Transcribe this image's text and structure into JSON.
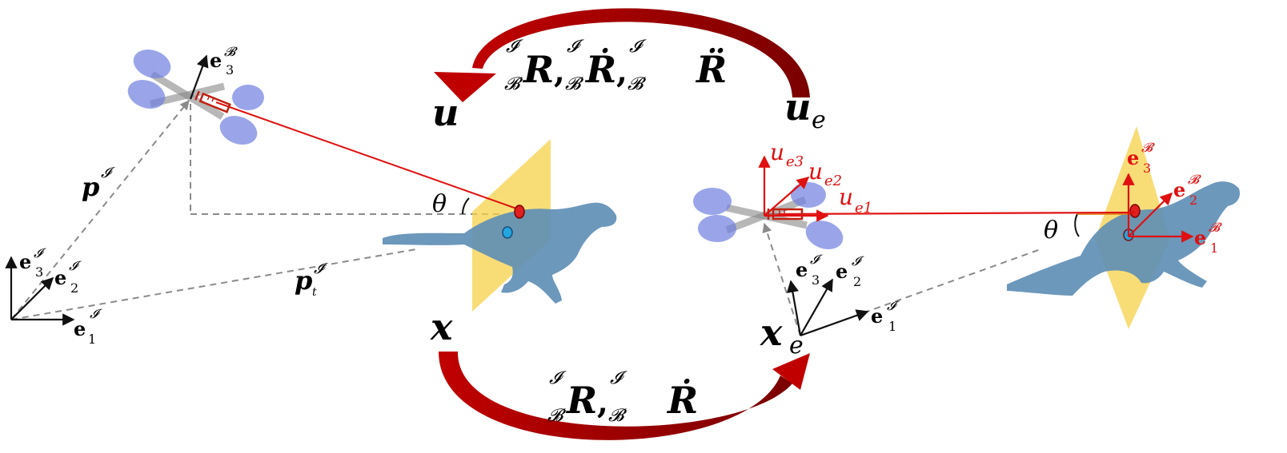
{
  "colors": {
    "dark_red_arrow": "#a30000",
    "red": "#e01010",
    "black": "#111111",
    "gray_dashed": "#8a8a8a",
    "plane_yellow": "#f5d24a",
    "cat_blue": "#5f8fb5",
    "rotor_blue": "#6f7fe0",
    "marker_red": "#e02020",
    "marker_cyan": "#22a6e0"
  },
  "icons": [
    "quadrotor-icon",
    "syringe-icon",
    "cheetah-silhouette-icon",
    "target-plane-icon"
  ],
  "top_arc": {
    "label": {
      "sup1": "𝓘",
      "sub1": "𝓑",
      "sym1": "R",
      "sep1": ",",
      "sup2": "𝓘",
      "sub2": "𝓑",
      "sym2": "Ṙ",
      "sep2": ",",
      "sup3": "𝓘",
      "sub3": "𝓑",
      "sym3": "R̈"
    }
  },
  "bottom_arc": {
    "label": {
      "sup1": "𝓘",
      "sub1": "𝓑",
      "sym1": "R",
      "sep1": ",",
      "sup2": "𝓘",
      "sub2": "𝓑",
      "sym2": "Ṙ"
    }
  },
  "nodes": {
    "u": "u",
    "u_e": {
      "base": "u",
      "sub": "e"
    },
    "x": "x",
    "x_e": {
      "base": "x",
      "sub": "e"
    }
  },
  "left_scene": {
    "drone_axis": {
      "base": "e",
      "sub": "3",
      "sup": "𝓑"
    },
    "p_I": {
      "base": "p",
      "sup": "𝓘"
    },
    "p_t": {
      "base": "p",
      "sub": "t",
      "sup": "𝓘"
    },
    "theta": "θ",
    "inertial_axes": [
      {
        "base": "e",
        "sub": "3",
        "sup": "𝓘"
      },
      {
        "base": "e",
        "sub": "2",
        "sup": "𝓘"
      },
      {
        "base": "e",
        "sub": "1",
        "sup": "𝓘"
      }
    ]
  },
  "right_scene": {
    "control_axes": [
      {
        "base": "u",
        "sub": "e3"
      },
      {
        "base": "u",
        "sub": "e2"
      },
      {
        "base": "u",
        "sub": "e1"
      }
    ],
    "inertial_axes": [
      {
        "base": "e",
        "sub": "3",
        "sup": "𝓘"
      },
      {
        "base": "e",
        "sub": "2",
        "sup": "𝓘"
      },
      {
        "base": "e",
        "sub": "1",
        "sup": "𝓘"
      }
    ],
    "body_axes": [
      {
        "base": "e",
        "sub": "3",
        "sup": "𝓑"
      },
      {
        "base": "e",
        "sub": "2",
        "sup": "𝓑"
      },
      {
        "base": "e",
        "sub": "1",
        "sup": "𝓑"
      }
    ],
    "theta": "θ"
  }
}
